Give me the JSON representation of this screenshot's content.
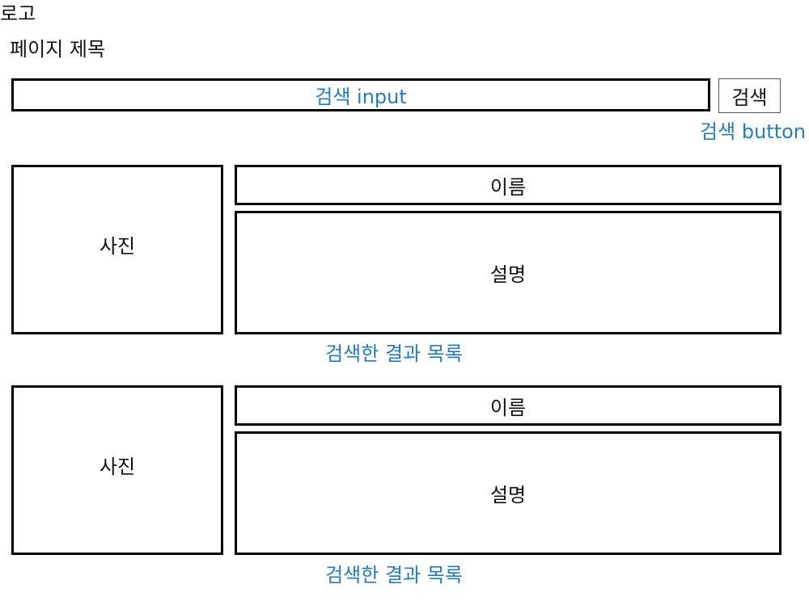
{
  "header": {
    "logo": "로고",
    "page_title": "페이지 제목"
  },
  "search": {
    "input_label": "검색 input",
    "button_label": "검색",
    "button_annotation": "검색 button"
  },
  "results": [
    {
      "photo": "사진",
      "name": "이름",
      "description": "설명",
      "annotation": "검색한 결과 목록"
    },
    {
      "photo": "사진",
      "name": "이름",
      "description": "설명",
      "annotation": "검색한 결과 목록"
    }
  ],
  "colors": {
    "annotation": "#1f7bc8",
    "border": "#000000"
  }
}
